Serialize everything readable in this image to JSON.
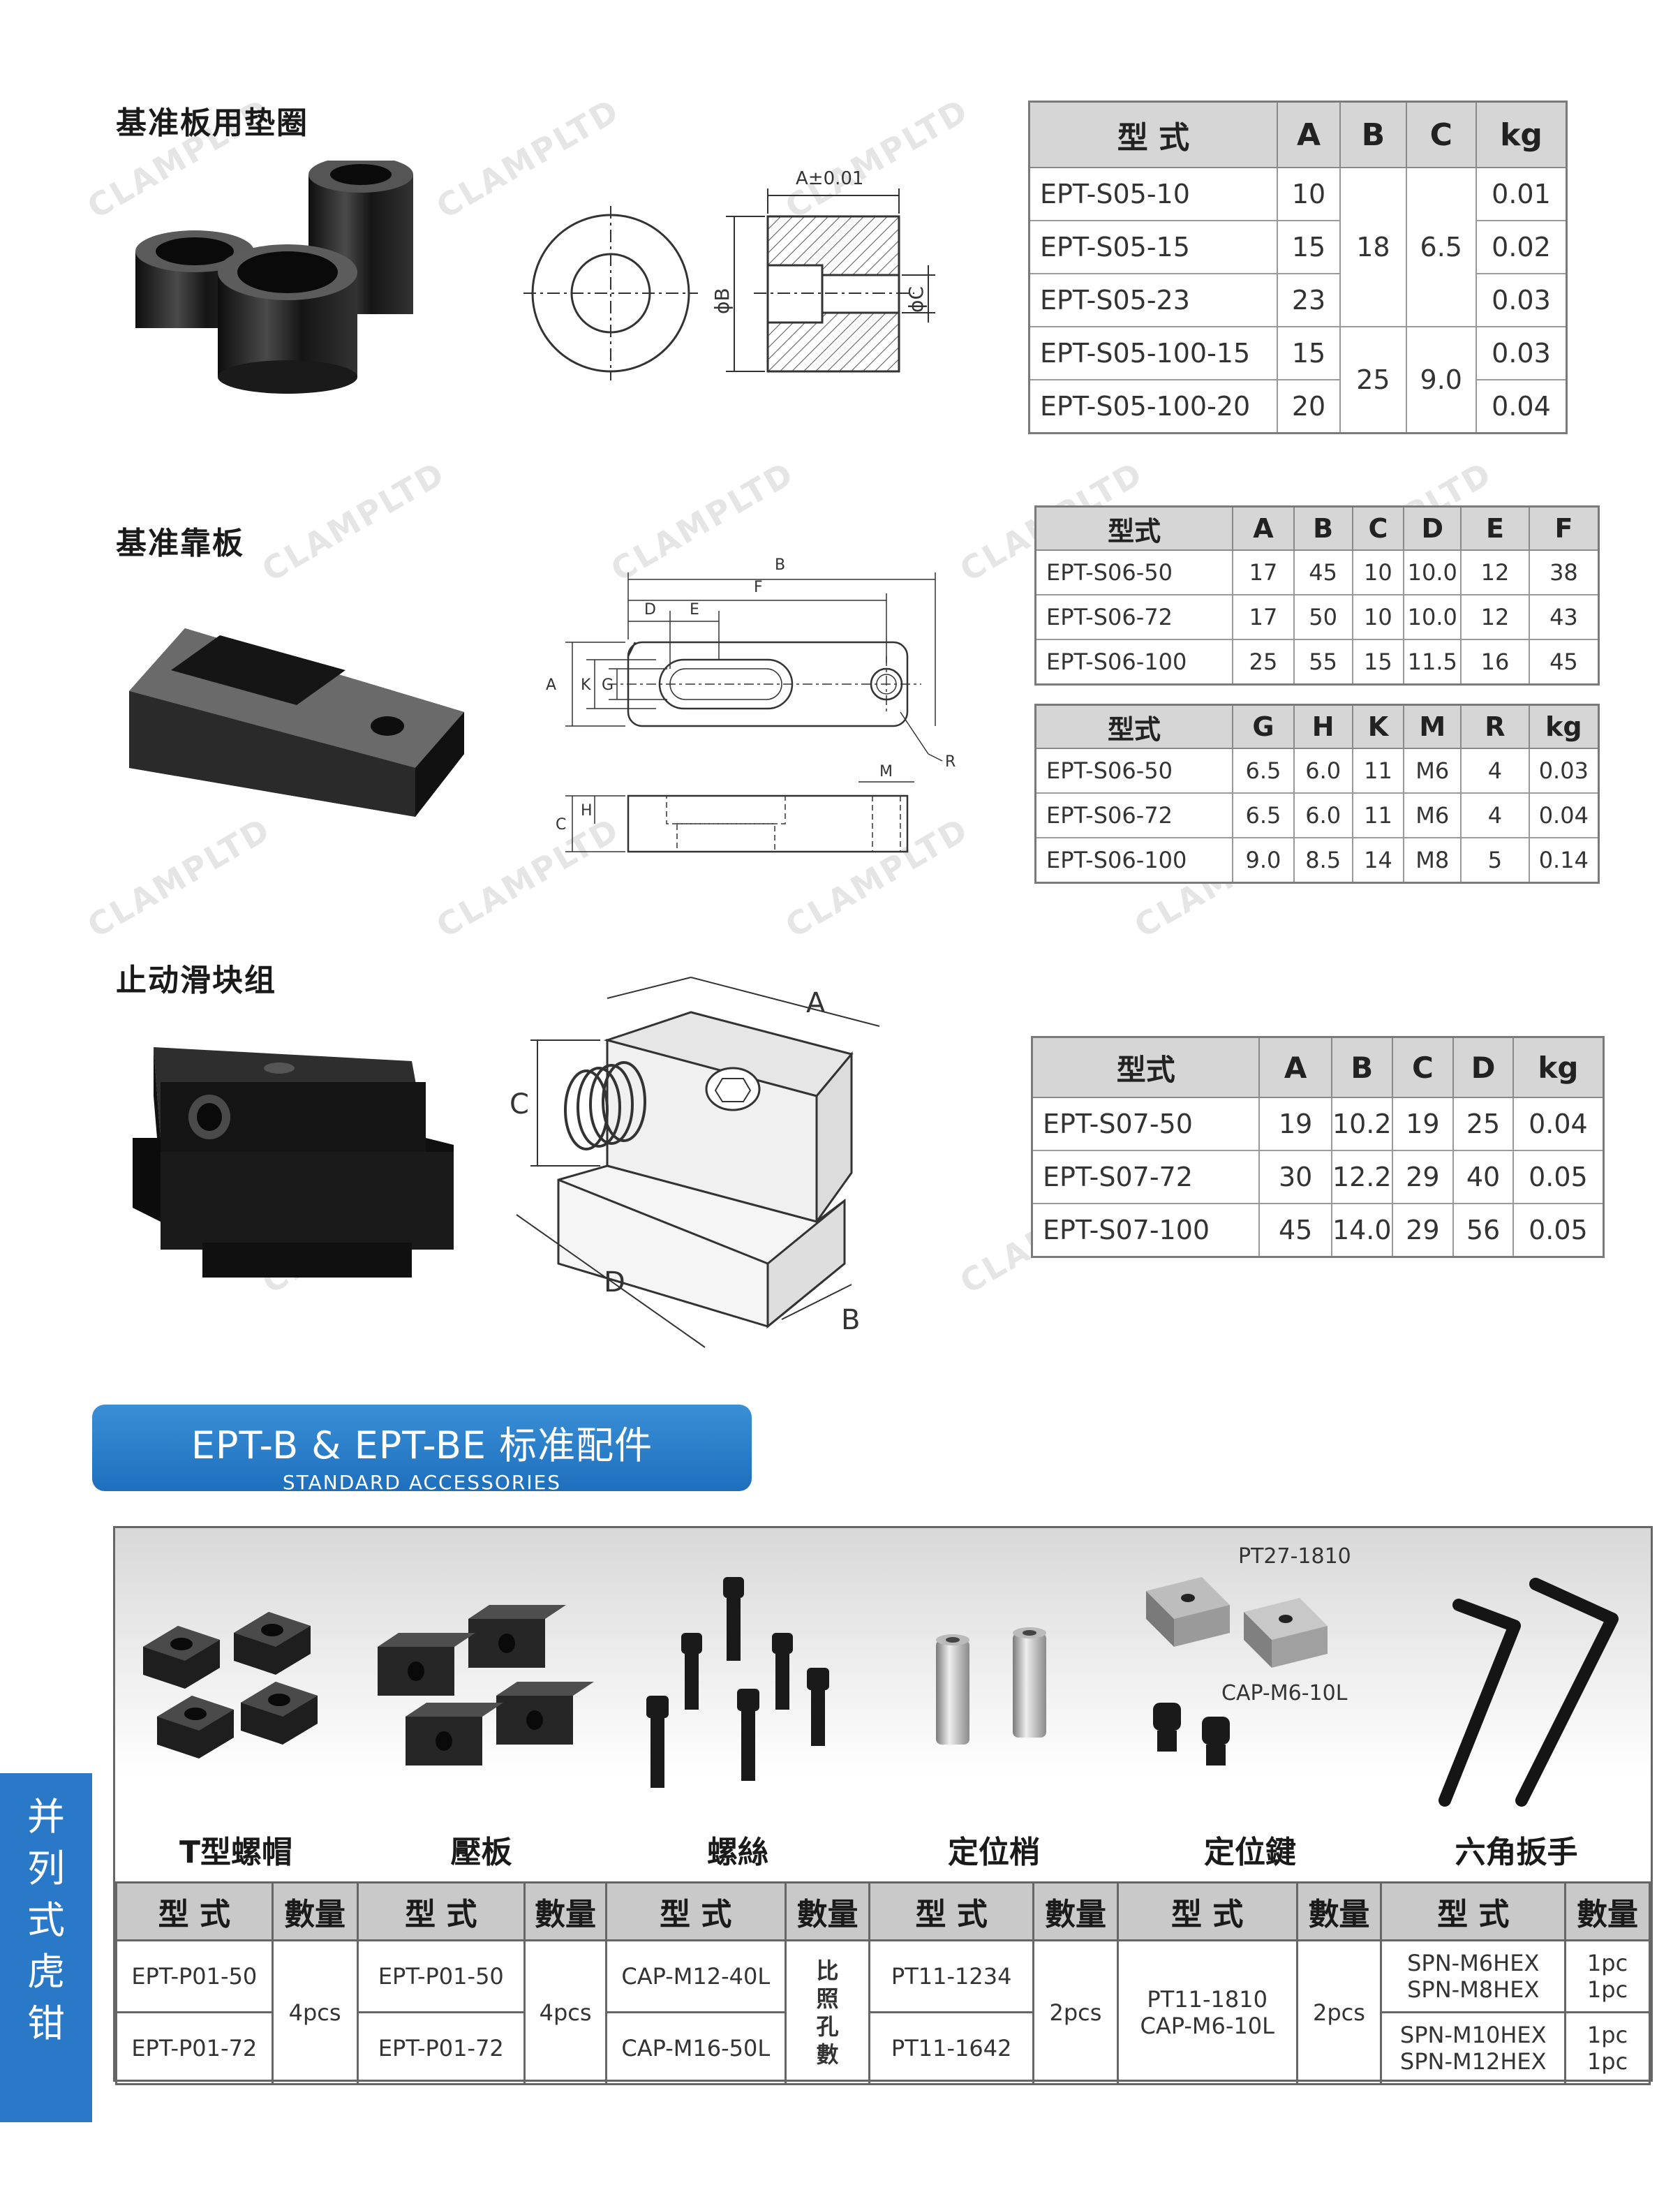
{
  "sections": {
    "washer": {
      "title": "基准板用垫圈",
      "drawing": {
        "a_tol": "A±0.01",
        "b": "ϕB",
        "c": "ϕC"
      },
      "table": {
        "headers": [
          "型  式",
          "A",
          "B",
          "C",
          "kg"
        ],
        "rows": [
          {
            "model": "EPT-S05-10",
            "a": "10",
            "kg": "0.01"
          },
          {
            "model": "EPT-S05-15",
            "a": "15",
            "kg": "0.02"
          },
          {
            "model": "EPT-S05-23",
            "a": "23",
            "kg": "0.03"
          },
          {
            "model": "EPT-S05-100-15",
            "a": "15",
            "kg": "0.03"
          },
          {
            "model": "EPT-S05-100-20",
            "a": "20",
            "kg": "0.04"
          }
        ],
        "merged": [
          {
            "b": "18",
            "c": "6.5"
          },
          {
            "b": "25",
            "c": "9.0"
          }
        ]
      }
    },
    "plate": {
      "title": "基准靠板",
      "drawing": {
        "b": "B",
        "f": "F",
        "d": "D",
        "e": "E",
        "a": "A",
        "k": "K",
        "g": "G",
        "r": "R",
        "m": "M",
        "c": "C",
        "h": "H"
      },
      "table1": {
        "headers": [
          "型式",
          "A",
          "B",
          "C",
          "D",
          "E",
          "F"
        ],
        "rows": [
          [
            "EPT-S06-50",
            "17",
            "45",
            "10",
            "10.0",
            "12",
            "38"
          ],
          [
            "EPT-S06-72",
            "17",
            "50",
            "10",
            "10.0",
            "12",
            "43"
          ],
          [
            "EPT-S06-100",
            "25",
            "55",
            "15",
            "11.5",
            "16",
            "45"
          ]
        ]
      },
      "table2": {
        "headers": [
          "型式",
          "G",
          "H",
          "K",
          "M",
          "R",
          "kg"
        ],
        "rows": [
          [
            "EPT-S06-50",
            "6.5",
            "6.0",
            "11",
            "M6",
            "4",
            "0.03"
          ],
          [
            "EPT-S06-72",
            "6.5",
            "6.0",
            "11",
            "M6",
            "4",
            "0.04"
          ],
          [
            "EPT-S06-100",
            "9.0",
            "8.5",
            "14",
            "M8",
            "5",
            "0.14"
          ]
        ]
      }
    },
    "slider": {
      "title": "止动滑块组",
      "drawing": {
        "a": "A",
        "b": "B",
        "c": "C",
        "d": "D"
      },
      "table": {
        "headers": [
          "型式",
          "A",
          "B",
          "C",
          "D",
          "kg"
        ],
        "rows": [
          [
            "EPT-S07-50",
            "19",
            "10.2",
            "19",
            "25",
            "0.04"
          ],
          [
            "EPT-S07-72",
            "30",
            "12.2",
            "29",
            "40",
            "0.05"
          ],
          [
            "EPT-S07-100",
            "45",
            "14.0",
            "29",
            "56",
            "0.05"
          ]
        ]
      }
    }
  },
  "banner": {
    "title": "EPT-B & EPT-BE 标准配件",
    "subtitle": "STANDARD ACCESSORIES"
  },
  "accessories": {
    "names": [
      "T型螺帽",
      "壓板",
      "螺絲",
      "定位梢",
      "定位鍵",
      "六角扳手"
    ],
    "model_header": "型  式",
    "qty_header": "數量",
    "photo_labels": {
      "key_top": "PT27-1810",
      "key_screw": "CAP-M6-10L"
    },
    "tnut": {
      "m1": "EPT-P01-50",
      "m2": "EPT-P01-72",
      "qty": "4pcs"
    },
    "clamp": {
      "m1": "EPT-P01-50",
      "m2": "EPT-P01-72",
      "qty": "4pcs"
    },
    "screw": {
      "m1": "CAP-M12-40L",
      "m2": "CAP-M16-50L",
      "qty": [
        "比",
        "照",
        "孔",
        "數"
      ]
    },
    "pin": {
      "m1": "PT11-1234",
      "m2": "PT11-1642",
      "qty": "2pcs"
    },
    "key": {
      "m1": "PT11-1810",
      "m2": "CAP-M6-10L",
      "qty": "2pcs"
    },
    "wrench": {
      "m1": "SPN-M6HEX",
      "m2": "SPN-M8HEX",
      "m3": "SPN-M10HEX",
      "m4": "SPN-M12HEX",
      "q": "1pc"
    }
  },
  "side_tab": [
    "并",
    "列",
    "式",
    "虎",
    "钳"
  ],
  "watermark": "CLAMPLTD",
  "colors": {
    "blue": "#2a78c8",
    "header_gray": "#d6d6d6",
    "dark_metal": "#1c1c1c"
  }
}
